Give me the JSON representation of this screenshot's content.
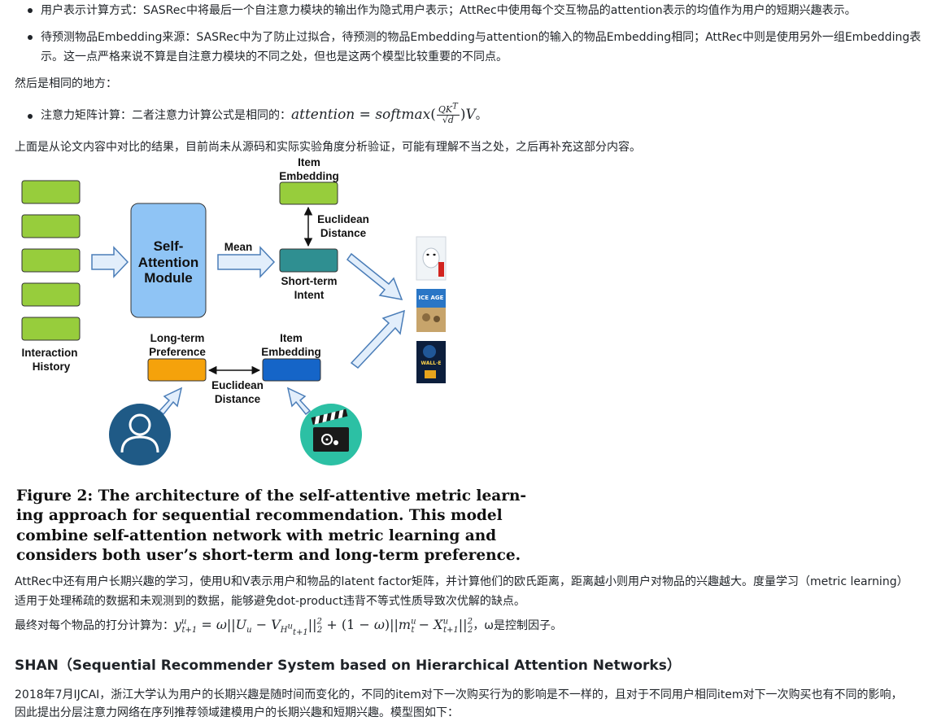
{
  "top": {
    "bullet1": "用户表示计算方式：SASRec中将最后一个自注意力模块的输出作为隐式用户表示；AttRec中使用每个交互物品的attention表示的均值作为用户的短期兴趣表示。",
    "bullet2_line1": "待预测物品Embedding来源：SASRec中为了防止过拟合，待预测的物品Embedding与attention的输入的物品Embedding相同；AttRec中则是使用另外一组Embedding表",
    "bullet2_line2": "示。这一点严格来说不算是自注意力模块的不同之处，但也是这两个模型比较重要的不同点。",
    "same_intro": "然后是相同的地方：",
    "bullet3_prefix": "注意力矩阵计算：二者注意力计算公式是相同的：",
    "bullet3_suffix": "。",
    "analysis_note": "上面是从论文内容中对比的结果，目前尚未从源码和实际实验角度分析验证，可能有理解不当之处，之后再补充这部分内容。"
  },
  "figure": {
    "label_interaction_history_1": "Interaction",
    "label_interaction_history_2": "History",
    "label_self_attention_1": "Self-",
    "label_self_attention_2": "Attention",
    "label_self_attention_3": "Module",
    "label_mean": "Mean",
    "label_item_embedding_top_1": "Item",
    "label_item_embedding_top_2": "Embedding",
    "label_euclidean_top_1": "Euclidean",
    "label_euclidean_top_2": "Distance",
    "label_short_term_1": "Short-term",
    "label_short_term_2": "Intent",
    "label_long_term_1": "Long-term",
    "label_long_term_2": "Preference",
    "label_item_embedding_bottom_1": "Item",
    "label_item_embedding_bottom_2": "Embedding",
    "label_euclidean_bottom_1": "Euclidean",
    "label_euclidean_bottom_2": "Distance",
    "poster2_text": "ICE AGE",
    "poster3_text": "WALL·E",
    "caption_line1": "Figure 2: The architecture of the self-attentive metric learn-",
    "caption_line2": "ing approach for sequential recommendation. This model",
    "caption_line3": "combine self-attention network with metric learning and",
    "caption_line4": "considers both user’s short-term and long-term preference.",
    "colors": {
      "history_green": "#97cd3c",
      "self_attention_blue": "#8fc4f5",
      "short_term_teal": "#2f8f91",
      "long_term_orange": "#f5a20b",
      "item_embedding_blue": "#1565c8",
      "user_icon": "#1f5a86",
      "clapper_icon": "#2cc0a4",
      "hollow_arrow_fill": "#e2eefb",
      "hollow_arrow_stroke": "#4a7db8"
    }
  },
  "after": {
    "para1_line1": "AttRec中还有用户长期兴趣的学习，使用U和V表示用户和物品的latent factor矩阵，并计算他们的欧氏距离，距离越小则用户对物品的兴趣越大。度量学习（metric learning）",
    "para1_line2": "适用于处理稀疏的数据和未观测到的数据，能够避免dot-product违背不等式性质导致次优解的缺点。",
    "score_prefix": "最终对每个物品的打分计算为：",
    "score_suffix": "，ω是控制因子。",
    "section_title": "SHAN（Sequential Recommender System based on Hierarchical Attention Networks）",
    "para2_line1": "2018年7月IJCAI，浙江大学认为用户的长期兴趣是随时间而变化的，不同的item对下一次购买行为的影响是不一样的，且对于不同用户相同item对下一次购买也有不同的影响，",
    "para2_line2": "因此提出分层注意力网络在序列推荐领域建模用户的长期兴趣和短期兴趣。模型图如下："
  }
}
